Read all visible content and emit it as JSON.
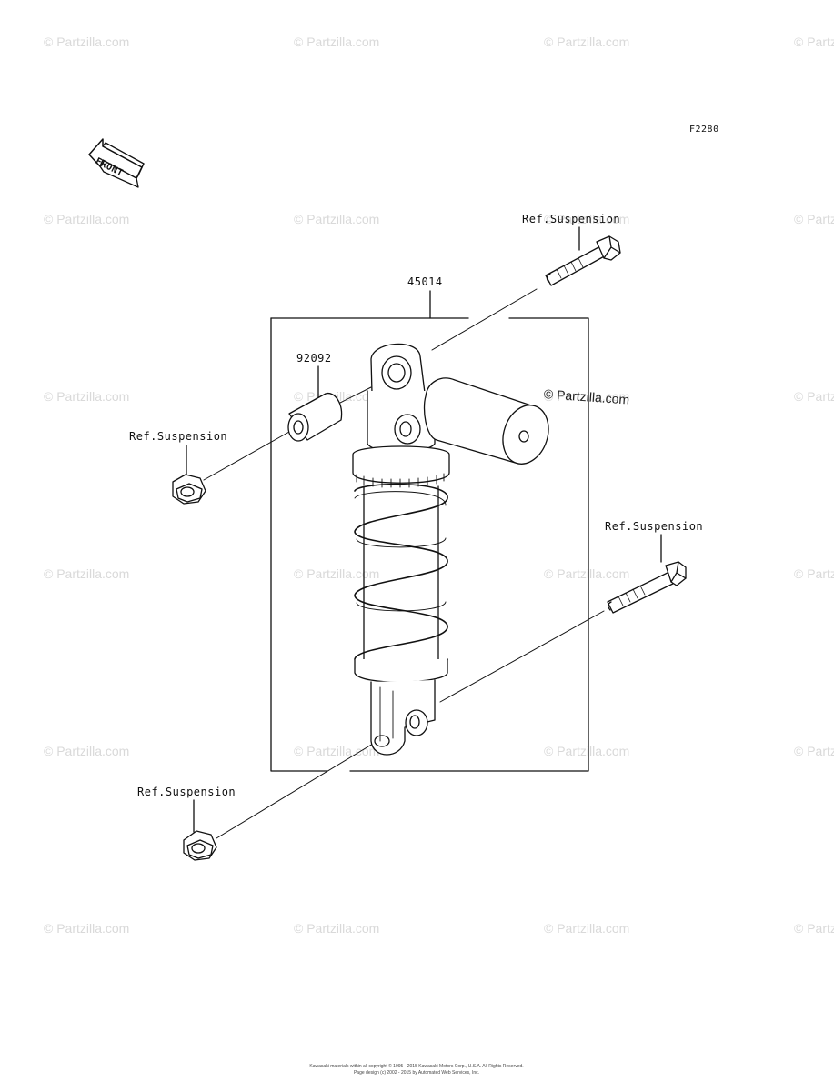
{
  "watermark_text": "© Partzilla.com",
  "diagram": {
    "figure_code": "F2280",
    "front_label": "FRONT",
    "parts": {
      "shock_assembly": "45014",
      "collar": "92092"
    },
    "refs": {
      "top_bolt": "Ref.Suspension",
      "left_nut": "Ref.Suspension",
      "right_bolt": "Ref.Suspension",
      "bottom_nut": "Ref.Suspension"
    },
    "brand_mark": "© Partzilla.com"
  },
  "footer": {
    "line1": "Kawasaki materials within all copyright © 1995 - 2015 Kawasaki Motors Corp., U.S.A.  All Rights Reserved.",
    "line2": "Page design (c) 2002 - 2015 by Automated Web Services, Inc."
  }
}
